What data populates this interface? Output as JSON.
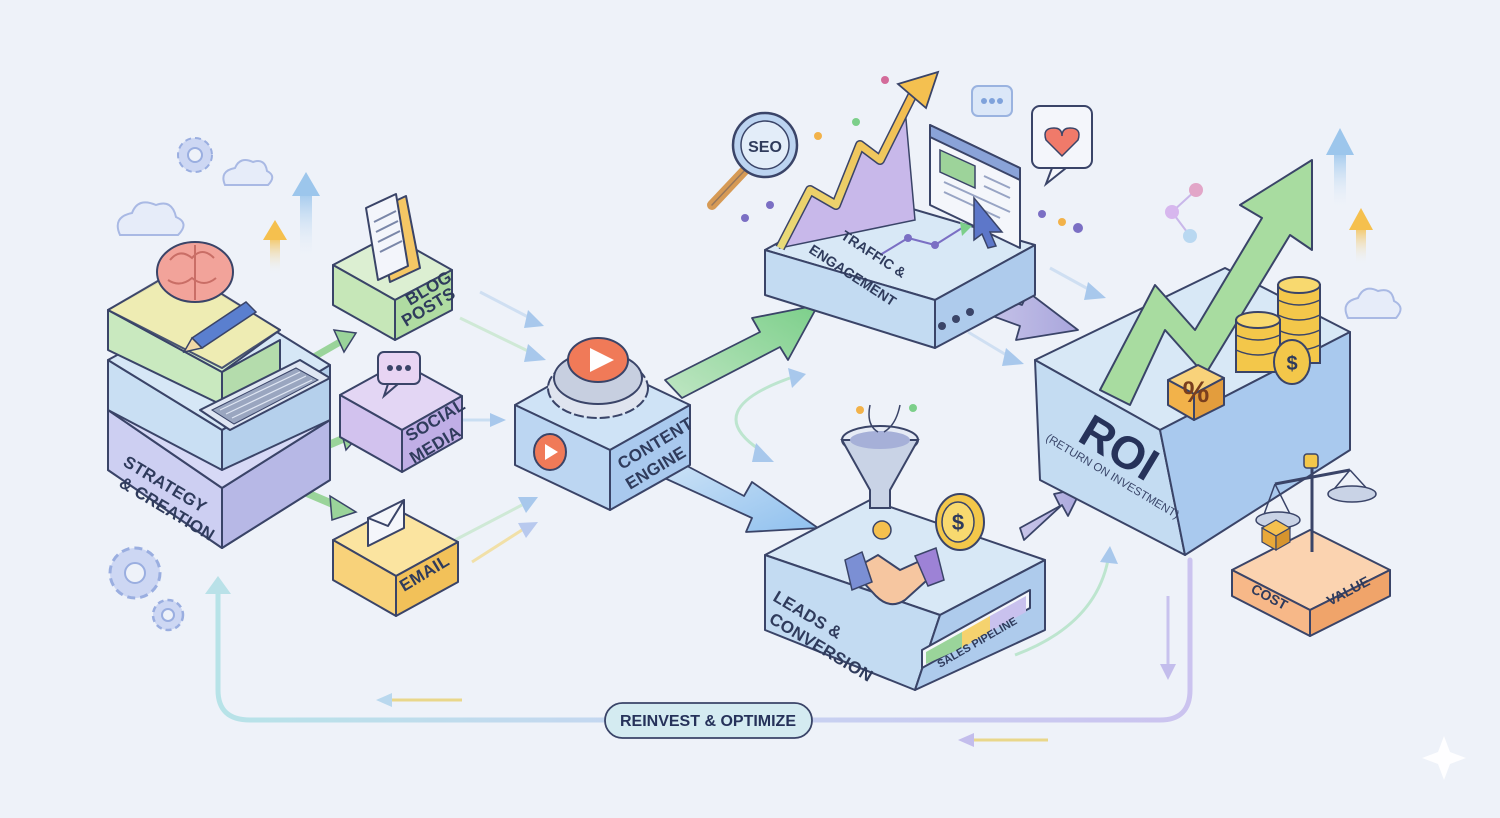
{
  "nodes": {
    "strategy": {
      "line1": "STRATEGY",
      "line2": "& CREATION"
    },
    "blog": {
      "line1": "BLOG",
      "line2": "POSTS"
    },
    "social": {
      "line1": "SOCIAL",
      "line2": "MEDIA"
    },
    "email": {
      "label": "EMAIL"
    },
    "content": {
      "line1": "CONTENT",
      "line2": "ENGINE"
    },
    "traffic": {
      "line1": "TRAFFIC &",
      "line2": "ENGAGEMENT"
    },
    "leads": {
      "line1": "LEADS &",
      "line2": "CONVERSION",
      "pipeline": "SALES PIPELINE"
    },
    "roi": {
      "title": "ROI",
      "subtitle": "(RETURN ON INVESTMENT)"
    },
    "scale": {
      "left": "COST",
      "right": "VALUE"
    }
  },
  "icons": {
    "seo": "SEO",
    "percent": "%",
    "dollar": "$"
  },
  "loop": {
    "label": "REINVEST & OPTIMIZE"
  },
  "colors": {
    "background": "#eef2f9",
    "green": "#bfe3b6",
    "yellow": "#f8d77a",
    "purple": "#cfc3ec",
    "blue": "#c9ddf3",
    "orange": "#f7b888",
    "arrow_green": "#a8dca0",
    "arrow_blue": "#9ec7ee"
  }
}
